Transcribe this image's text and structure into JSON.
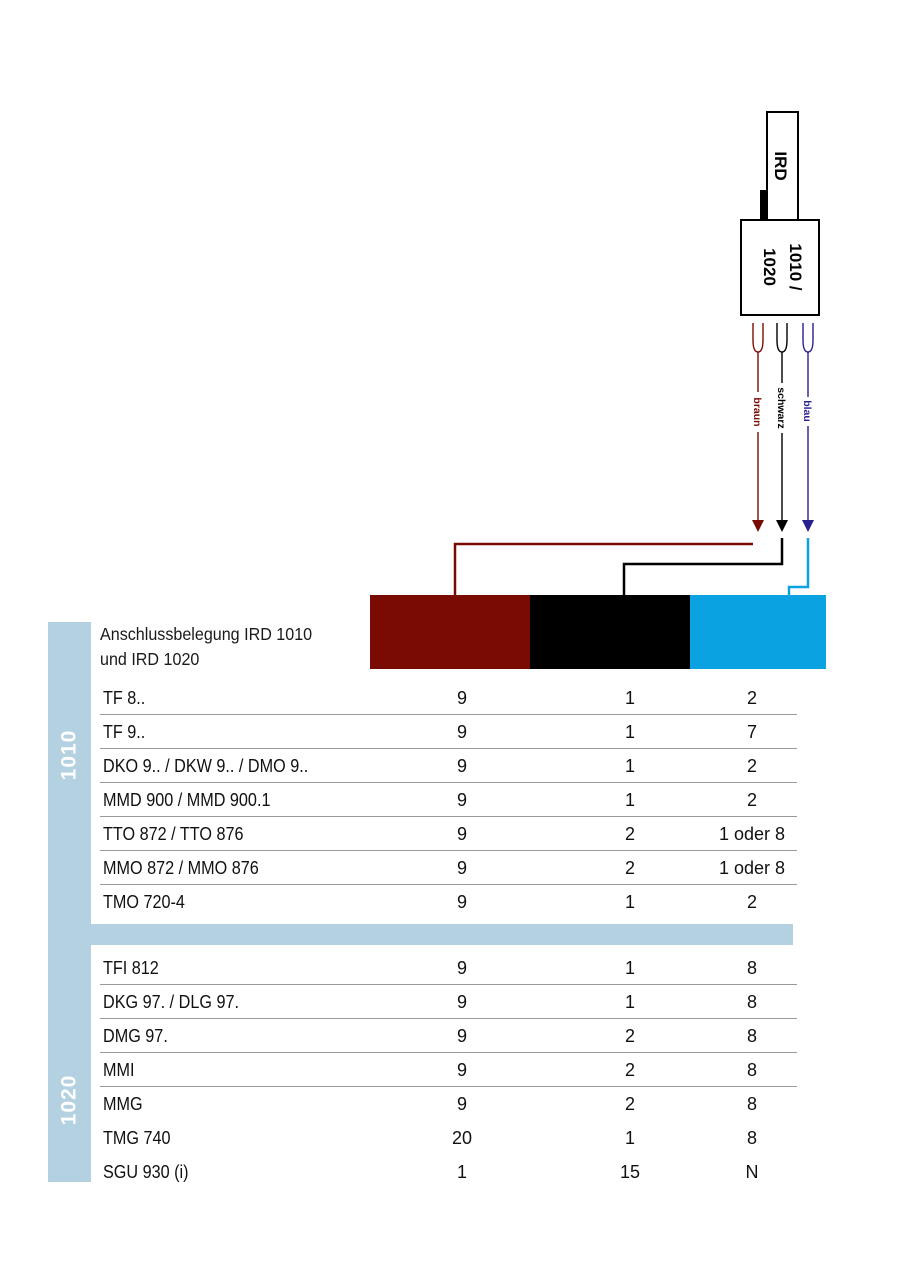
{
  "device": {
    "name": "IRD",
    "model_line1": "1010 /",
    "model_line2": "1020"
  },
  "wires": [
    {
      "label": "braun",
      "color": "#7a0b02"
    },
    {
      "label": "schwarz",
      "color": "#000000"
    },
    {
      "label": "blau",
      "color": "#2a1f8f"
    }
  ],
  "swatch_colors": {
    "braun": "#7a0b02",
    "schwarz": "#000000",
    "blau": "#0aa2e0"
  },
  "table": {
    "title_line1": "Anschlussbelegung IRD 1010",
    "title_line2": "und IRD 1020",
    "groups": [
      {
        "label": "1010",
        "rows": [
          {
            "name": "TF 8..",
            "braun": "9",
            "schwarz": "1",
            "blau": "2"
          },
          {
            "name": "TF 9..",
            "braun": "9",
            "schwarz": "1",
            "blau": "7"
          },
          {
            "name": "DKO 9.. / DKW 9.. / DMO 9..",
            "braun": "9",
            "schwarz": "1",
            "blau": "2"
          },
          {
            "name": "MMD 900 / MMD 900.1",
            "braun": "9",
            "schwarz": "1",
            "blau": "2"
          },
          {
            "name": "TTO 872 / TTO 876",
            "braun": "9",
            "schwarz": "2",
            "blau": "1 oder 8"
          },
          {
            "name": "MMO 872 / MMO 876",
            "braun": "9",
            "schwarz": "2",
            "blau": "1 oder 8"
          },
          {
            "name": "TMO 720-4",
            "braun": "9",
            "schwarz": "1",
            "blau": "2"
          }
        ]
      },
      {
        "label": "1020",
        "rows": [
          {
            "name": "TFI 812",
            "braun": "9",
            "schwarz": "1",
            "blau": "8"
          },
          {
            "name": "DKG 97. / DLG 97.",
            "braun": "9",
            "schwarz": "1",
            "blau": "8"
          },
          {
            "name": "DMG 97.",
            "braun": "9",
            "schwarz": "2",
            "blau": "8"
          },
          {
            "name": "MMI",
            "braun": "9",
            "schwarz": "2",
            "blau": "8"
          },
          {
            "name": "MMG",
            "braun": "9",
            "schwarz": "2",
            "blau": "8"
          },
          {
            "name": "TMG 740",
            "braun": "20",
            "schwarz": "1",
            "blau": "8"
          },
          {
            "name": "SGU 930 (i)",
            "braun": "1",
            "schwarz": "15",
            "blau": "N"
          }
        ]
      }
    ]
  }
}
